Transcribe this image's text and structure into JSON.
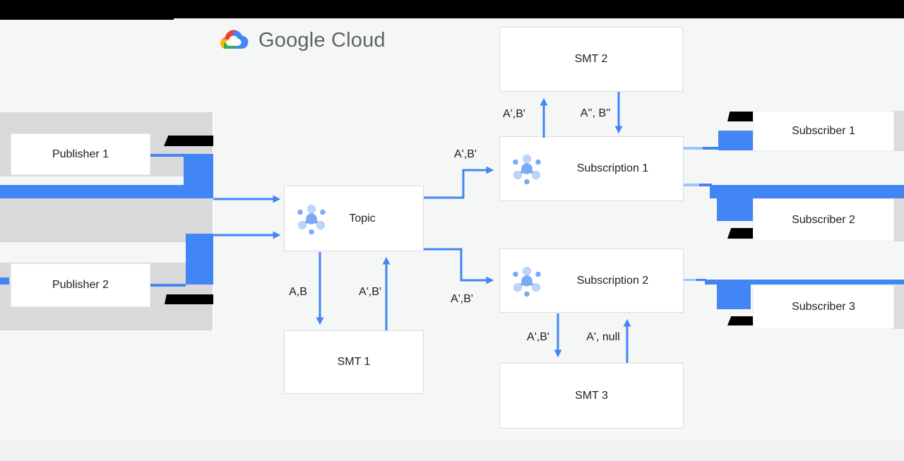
{
  "brand": {
    "logo_text": "Google Cloud"
  },
  "nodes": {
    "publisher1": "Publisher 1",
    "publisher2": "Publisher 2",
    "topic": "Topic",
    "smt1": "SMT 1",
    "smt2": "SMT 2",
    "smt3": "SMT 3",
    "subscription1": "Subscription 1",
    "subscription2": "Subscription 2",
    "subscriber1": "Subscriber 1",
    "subscriber2": "Subscriber 2",
    "subscriber3": "Subscriber 3"
  },
  "edge_labels": {
    "topic_to_sub1": "A',B'",
    "topic_to_smt1": "A,B",
    "smt1_to_topic": "A',B'",
    "topic_to_sub2": "A',B'",
    "sub1_to_smt2": "A',B'",
    "smt2_to_sub1": "A'', B''",
    "sub2_to_smt3": "A',B'",
    "smt3_to_sub2": "A', null"
  },
  "colors": {
    "arrow_blue": "#4285f4",
    "connector_light_blue": "#9ec4fb",
    "icon_blue": "#7baaf7",
    "icon_light_blue": "#bcd3fb",
    "band_gray": "#d9d9d9",
    "background": "#f5f6f6",
    "footer_strip": "#f1f1f1",
    "redaction_black": "#000000",
    "logo_text_gray": "#5f6368",
    "box_border": "#dadce0"
  }
}
